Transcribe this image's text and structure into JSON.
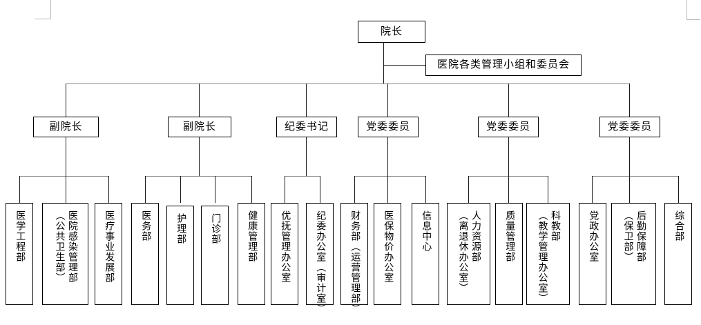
{
  "document": {
    "type": "organization-chart",
    "title_text": "院长",
    "language": "zh-CN"
  },
  "crop_marks": {
    "top_left": "crop-mark",
    "top_right": "crop-mark"
  },
  "level1": {
    "director": "院长",
    "committee": "医院各类管理小组和委员会"
  },
  "level2": [
    {
      "id": "vice-director-1",
      "label": "副院长"
    },
    {
      "id": "vice-director-2",
      "label": "副院长"
    },
    {
      "id": "discipline-secretary",
      "label": "纪委书记"
    },
    {
      "id": "party-member-1",
      "label": "党委委员"
    },
    {
      "id": "party-member-2",
      "label": "党委委员"
    },
    {
      "id": "party-member-3",
      "label": "党委委员"
    }
  ],
  "level3": [
    {
      "id": "dept-medical-engineering",
      "parent": "vice-director-1",
      "lines": [
        "医学工程部"
      ]
    },
    {
      "id": "dept-infection-control",
      "parent": "vice-director-1",
      "lines": [
        "医院感染管理部",
        "（公共卫生部）"
      ]
    },
    {
      "id": "dept-medical-development",
      "parent": "vice-director-1",
      "lines": [
        "医疗事业发展部"
      ]
    },
    {
      "id": "dept-medical-affairs",
      "parent": "vice-director-2",
      "lines": [
        "医务部"
      ]
    },
    {
      "id": "dept-nursing",
      "parent": "vice-director-2",
      "lines": [
        "护理部"
      ]
    },
    {
      "id": "dept-outpatient",
      "parent": "vice-director-2",
      "lines": [
        "门诊部"
      ]
    },
    {
      "id": "dept-health-management",
      "parent": "vice-director-2",
      "lines": [
        "健康管理部"
      ]
    },
    {
      "id": "office-preferential-care",
      "parent": "discipline-secretary",
      "lines": [
        "优抚管理办公室"
      ]
    },
    {
      "id": "office-discipline-audit",
      "parent": "discipline-secretary",
      "lines": [
        "纪委办公室（审计室）"
      ]
    },
    {
      "id": "dept-finance-operations",
      "parent": "party-member-1",
      "lines": [
        "财务部（运营管理部）"
      ]
    },
    {
      "id": "office-insurance-pricing",
      "parent": "party-member-1",
      "lines": [
        "医保物价办公室"
      ]
    },
    {
      "id": "center-information",
      "parent": "party-member-1",
      "lines": [
        "信息中心"
      ]
    },
    {
      "id": "dept-human-resources",
      "parent": "party-member-2",
      "lines": [
        "人力资源部",
        "（离退休办公室）"
      ]
    },
    {
      "id": "dept-quality-management",
      "parent": "party-member-2",
      "lines": [
        "质量管理部"
      ]
    },
    {
      "id": "dept-science-education",
      "parent": "party-member-2",
      "lines": [
        "科教部",
        "（教学管理办公室）"
      ]
    },
    {
      "id": "office-party-admin",
      "parent": "party-member-3",
      "lines": [
        "党政办公室"
      ]
    },
    {
      "id": "dept-logistics-security",
      "parent": "party-member-3",
      "lines": [
        "后勤保障部",
        "（保卫部）"
      ]
    },
    {
      "id": "dept-general-affairs",
      "parent": "party-member-3",
      "lines": [
        "综合部"
      ]
    }
  ],
  "colors": {
    "line": "#1a1a1a",
    "line_soft": "#8a8a8a",
    "crop_mark": "#b6b6b6",
    "box_border": "#000000",
    "background": "#ffffff",
    "text": "#000000"
  }
}
